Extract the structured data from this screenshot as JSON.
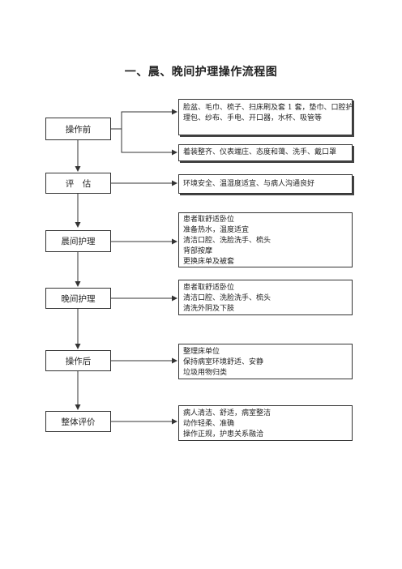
{
  "title": "一、晨、晚间护理操作流程图",
  "steps": [
    {
      "label": "操作前",
      "details": [
        {
          "lines": [
            "脸盆、毛巾、梳子、扫床刷及套 1 套，垫巾、口腔护",
            "理包、纱布、手电、开口器，水杯、吸管等"
          ]
        },
        {
          "lines": [
            "着装整齐、仪表端庄、态度和蔼、洗手、戴口罩"
          ]
        }
      ]
    },
    {
      "label": "评　估",
      "details": [
        {
          "lines": [
            "环境安全、温湿度适宜、与病人沟通良好"
          ]
        }
      ]
    },
    {
      "label": "晨间护理",
      "details": [
        {
          "lines": [
            "患者取舒适卧位",
            "准备热水，温度适宜",
            "清洁口腔、洗脸洗手、梳头",
            "背部按摩",
            "更换床单及被套"
          ]
        }
      ]
    },
    {
      "label": "晚间护理",
      "details": [
        {
          "lines": [
            "患者取舒适卧位",
            "清洁口腔、洗脸洗手、梳头",
            "清洗外阴及下肢"
          ]
        }
      ]
    },
    {
      "label": "操作后",
      "details": [
        {
          "lines": [
            "整理床单位",
            "保持病室环境舒适、安静",
            "垃圾用物归类"
          ]
        }
      ]
    },
    {
      "label": "整体评价",
      "details": [
        {
          "lines": [
            "病人清洁、舒适，病室整洁",
            "动作轻柔、准确",
            "操作正规，护患关系融洽"
          ]
        }
      ]
    }
  ]
}
